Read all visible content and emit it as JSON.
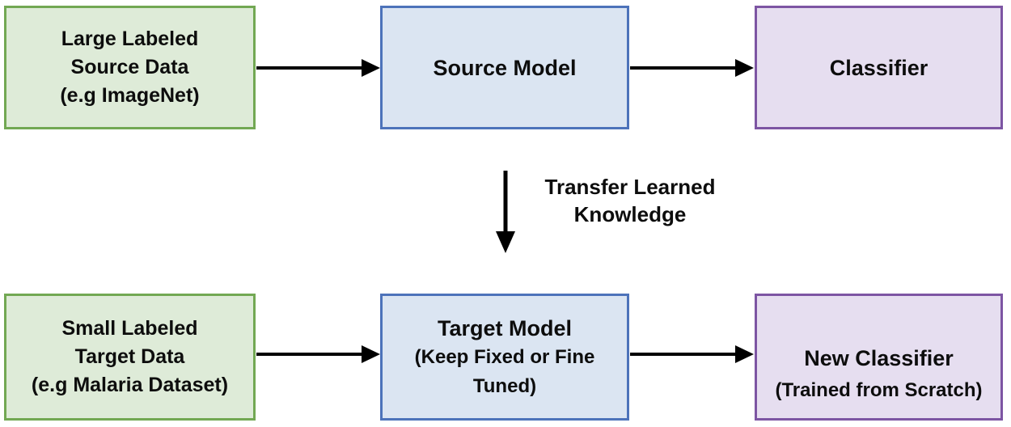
{
  "nodes": {
    "source_data": {
      "lines": [
        "Large Labeled",
        "Source Data",
        "(e.g ImageNet)"
      ]
    },
    "source_model": {
      "lines": [
        "Source Model"
      ]
    },
    "classifier": {
      "lines": [
        "Classifier"
      ]
    },
    "target_data": {
      "lines": [
        "Small Labeled",
        "Target Data",
        "(e.g Malaria Dataset)"
      ]
    },
    "target_model": {
      "lines": [
        "Target Model",
        "(Keep Fixed or Fine",
        "Tuned)"
      ]
    },
    "new_classifier": {
      "lines": [
        "New Classifier",
        "(Trained from Scratch)"
      ]
    }
  },
  "flow_label": {
    "lines": [
      "Transfer Learned",
      "Knowledge"
    ]
  },
  "colors": {
    "background": "#ffffff",
    "text": "#0d0d0d",
    "arrow": "#000000",
    "green_fill": "#deebd8",
    "green_border": "#72a853",
    "blue_fill": "#dbe5f2",
    "blue_border": "#4d73ba",
    "purple_fill": "#e6def0",
    "purple_border": "#7d55a3"
  }
}
